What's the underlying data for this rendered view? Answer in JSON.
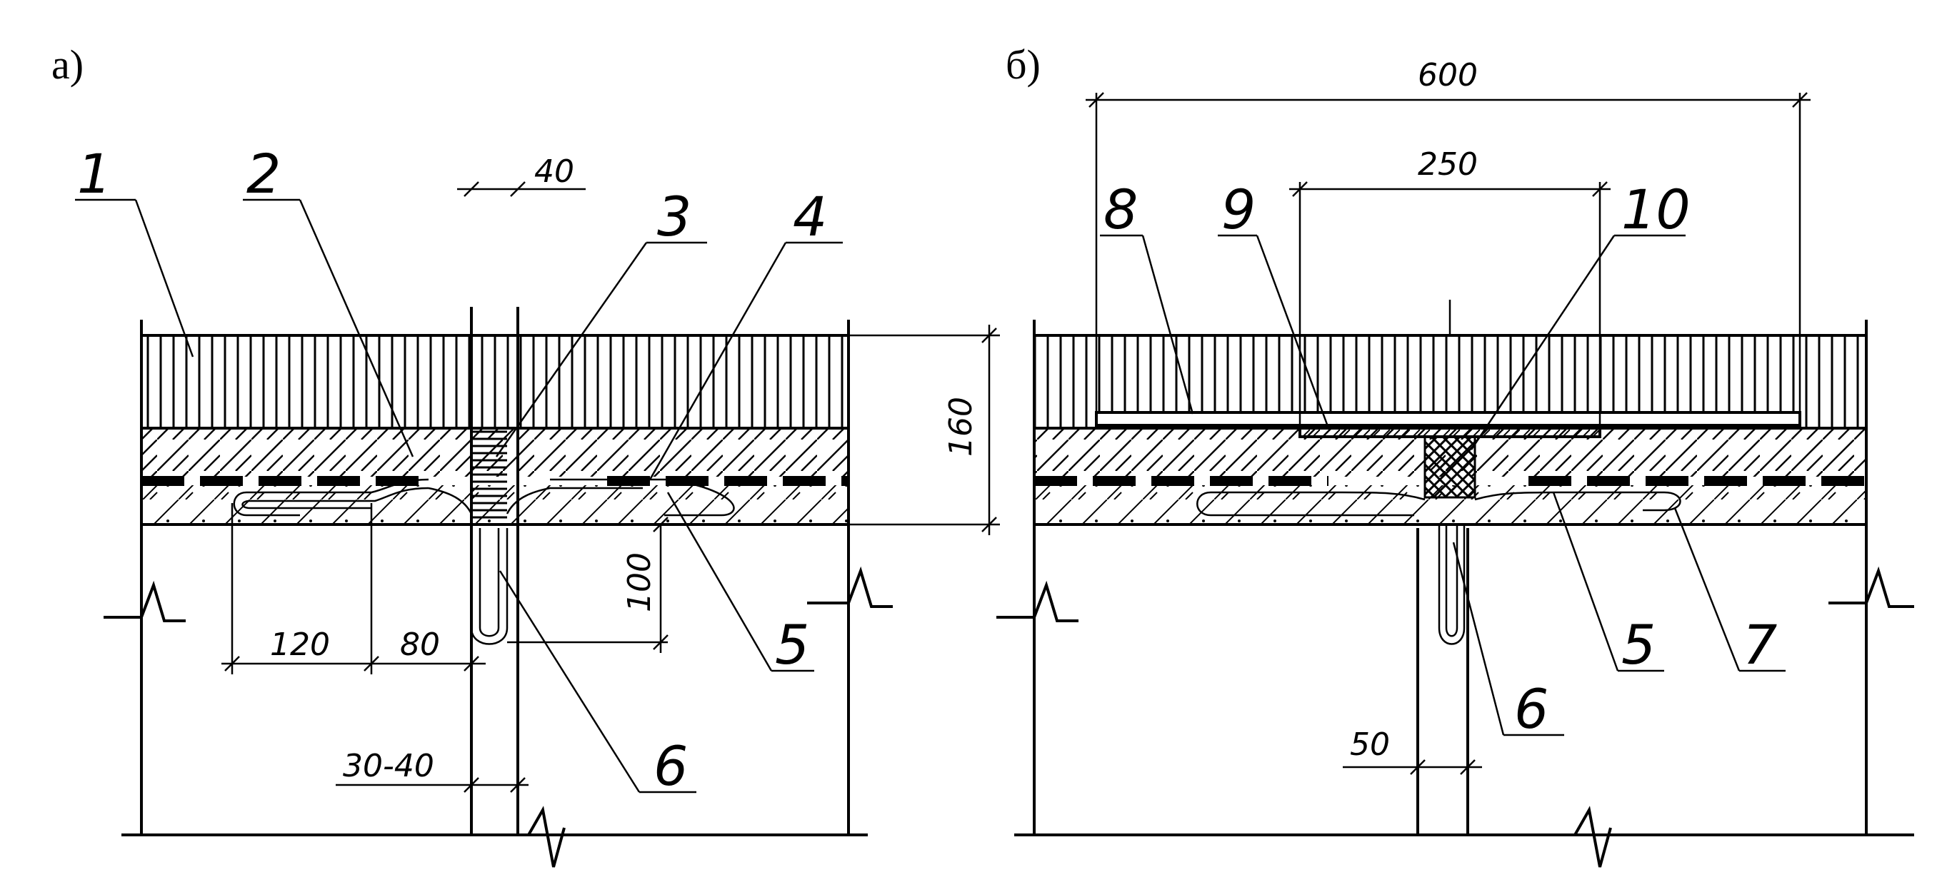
{
  "panels": {
    "a": {
      "caption": "а)",
      "labels": [
        "1",
        "2",
        "3",
        "4",
        "5",
        "6"
      ],
      "dims": {
        "d40": "40",
        "d160": "160",
        "d100": "100",
        "d120": "120",
        "d80": "80",
        "d30_40": "30-40"
      }
    },
    "b": {
      "caption": "б)",
      "labels": [
        "8",
        "9",
        "10",
        "5",
        "7",
        "6"
      ],
      "dims": {
        "d600": "600",
        "d250": "250",
        "d50": "50"
      }
    }
  },
  "colors": {
    "ink": "#000000",
    "paper": "#ffffff"
  }
}
